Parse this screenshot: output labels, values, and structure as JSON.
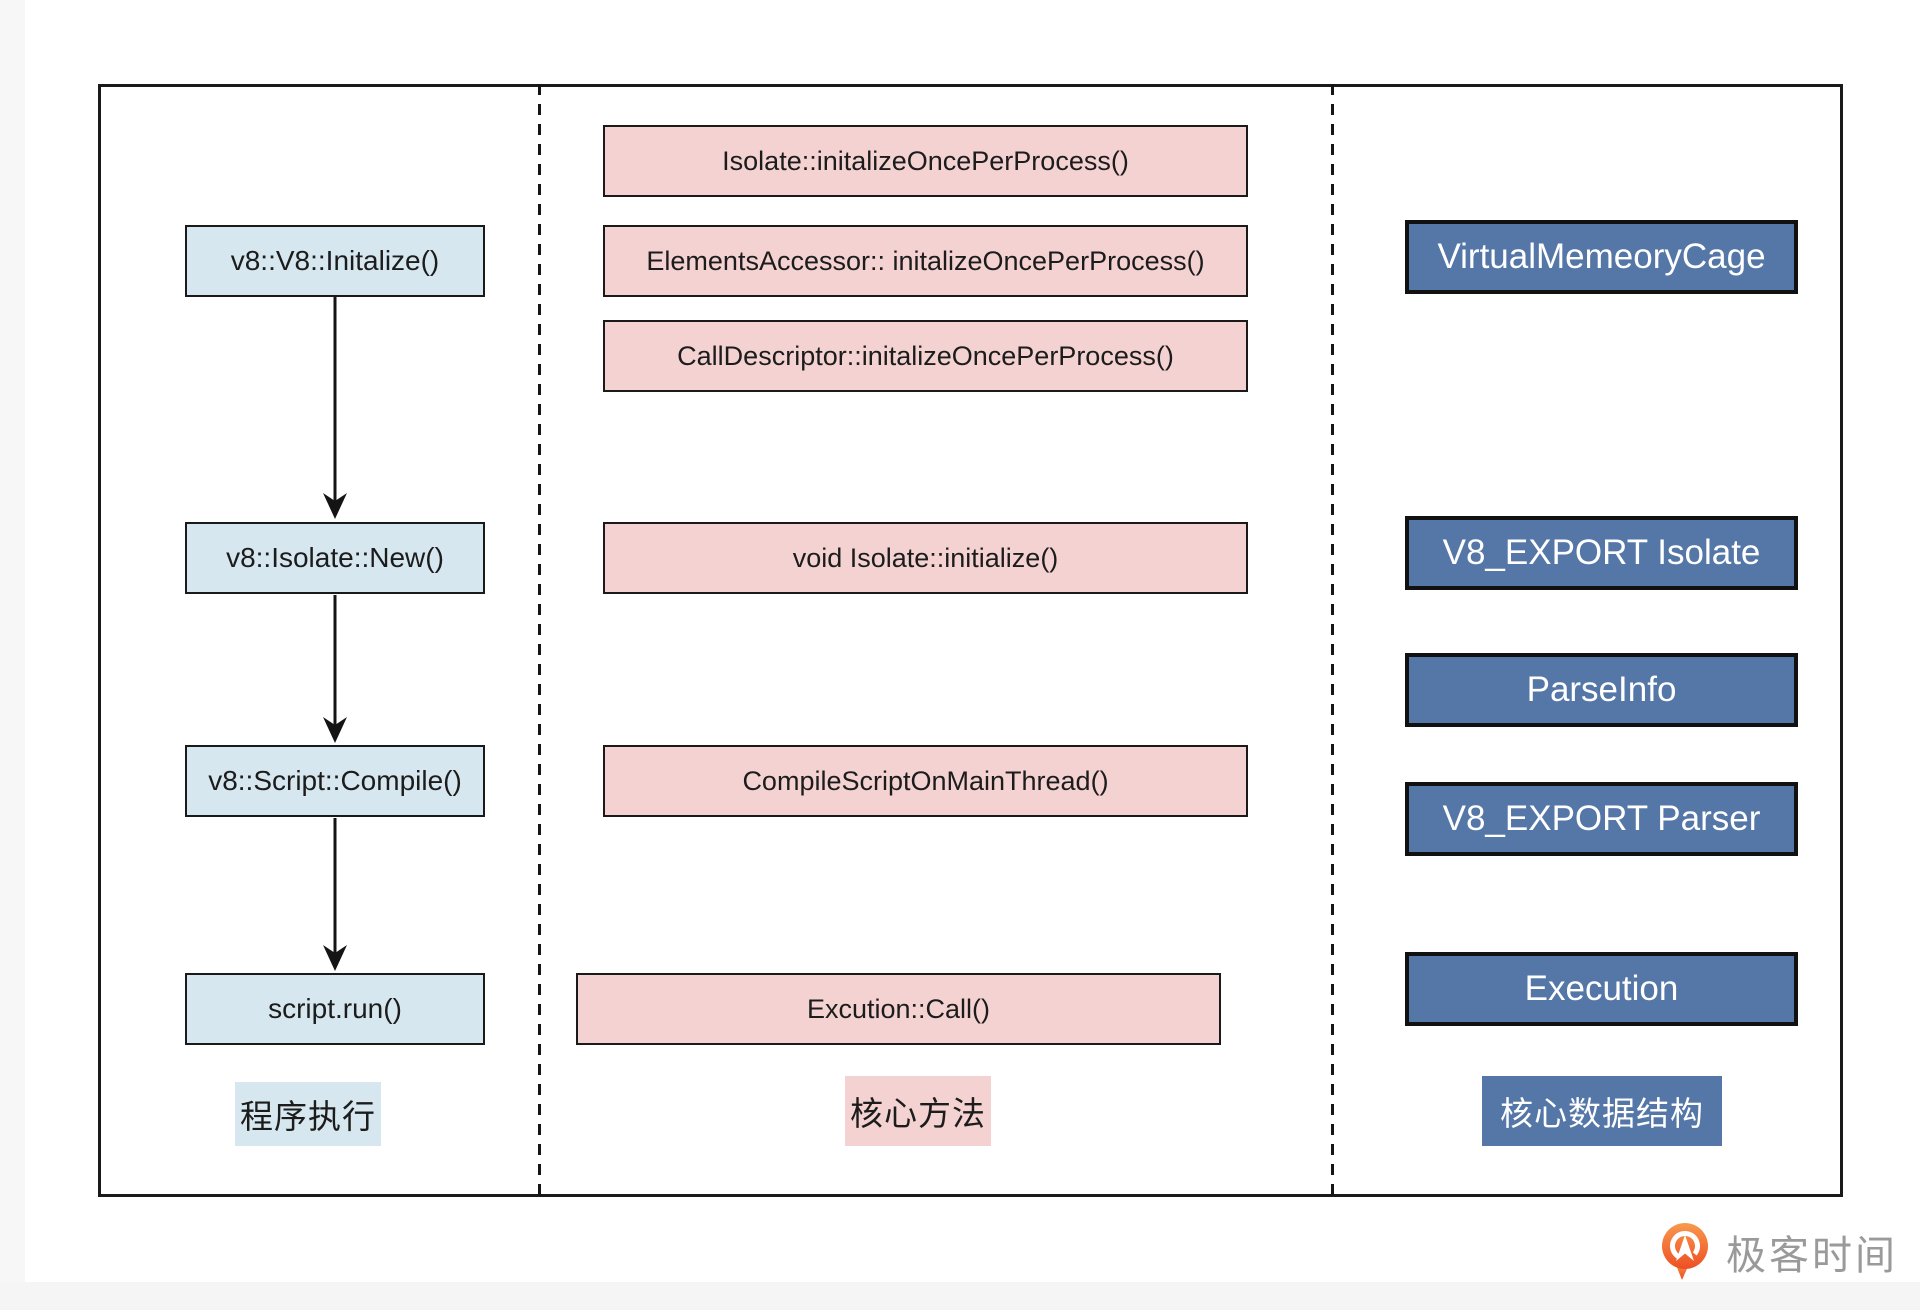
{
  "diagram": {
    "columns": {
      "program_execution": {
        "badge": "程序执行",
        "boxes": [
          {
            "label": "v8::V8::Initalize()"
          },
          {
            "label": "v8::Isolate::New()"
          },
          {
            "label": "v8::Script::Compile()"
          },
          {
            "label": "script.run()"
          }
        ]
      },
      "core_methods": {
        "badge": "核心方法",
        "boxes": [
          {
            "label": "Isolate::initalizeOncePerProcess()"
          },
          {
            "label": "ElementsAccessor:: initalizeOncePerProcess()"
          },
          {
            "label": "CallDescriptor::initalizeOncePerProcess()"
          },
          {
            "label": "void Isolate::initialize()"
          },
          {
            "label": "CompileScriptOnMainThread()"
          },
          {
            "label": "Excution::Call()"
          }
        ]
      },
      "core_data_structures": {
        "badge": "核心数据结构",
        "boxes": [
          {
            "label": "VirtualMemeoryCage"
          },
          {
            "label": "V8_EXPORT Isolate"
          },
          {
            "label": "ParseInfo"
          },
          {
            "label": "V8_EXPORT Parser"
          },
          {
            "label": "Execution"
          }
        ]
      }
    },
    "flow_arrows": [
      {
        "from": "v8::V8::Initalize()",
        "to": "v8::Isolate::New()"
      },
      {
        "from": "v8::Isolate::New()",
        "to": "v8::Script::Compile()"
      },
      {
        "from": "v8::Script::Compile()",
        "to": "script.run()"
      }
    ],
    "colors": {
      "program_box_fill": "#d6e7ef",
      "method_box_fill": "#f4d2d2",
      "structure_box_fill": "#5577a8",
      "box_border": "#1a1a1a",
      "structure_text": "#ffffff",
      "logo_orange_top": "#f8994e",
      "logo_orange_bottom": "#ee4f23",
      "logo_text_gray": "#9a9a9a"
    }
  },
  "footer": {
    "brand": "极客时间",
    "brand_icon": "geektime-pin-icon"
  }
}
